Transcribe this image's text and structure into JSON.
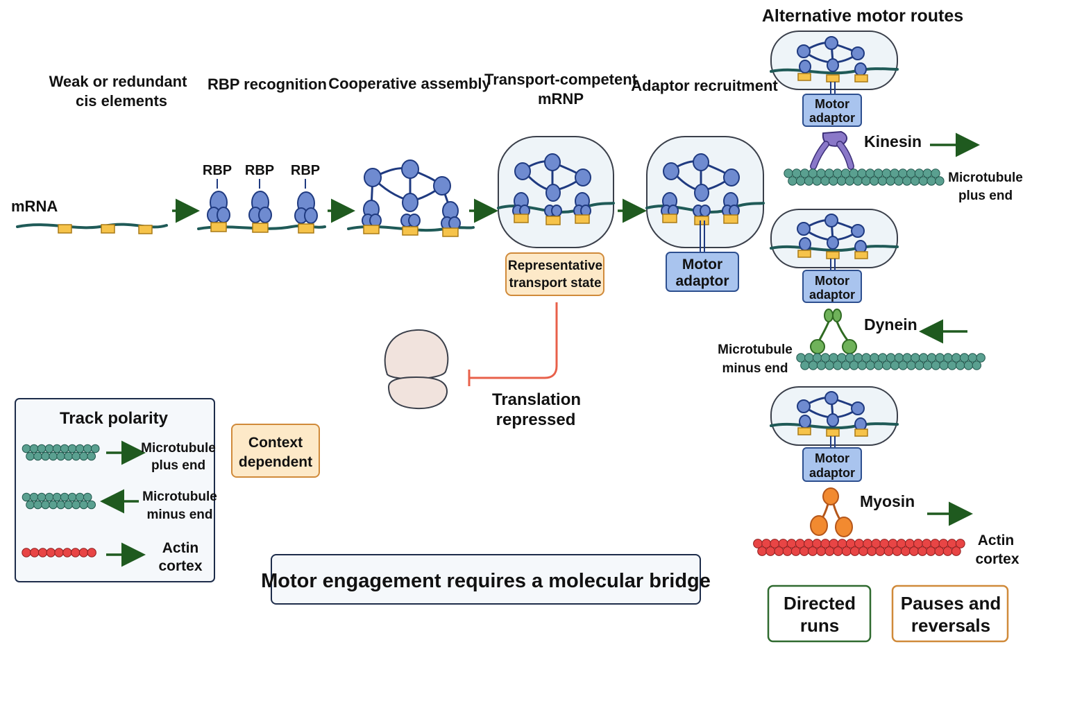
{
  "title_right": "Alternative motor routes",
  "steps": {
    "weak": [
      "Weak or redundant",
      "cis elements"
    ],
    "rbp_recognition": "RBP recognition",
    "cooperative": "Cooperative assembly",
    "transport": [
      "Transport-competent",
      "mRNP"
    ],
    "adaptor_recruitment": "Adaptor recruitment"
  },
  "mrna_label": "mRNA",
  "rbp_label": "RBP",
  "motor_adaptor": [
    "Motor",
    "adaptor"
  ],
  "representative": [
    "Representative",
    "transport state"
  ],
  "translation": [
    "Translation",
    "repressed"
  ],
  "routes": {
    "kinesin": "Kinesin",
    "dynein": "Dynein",
    "myosin": "Myosin",
    "mt_plus": [
      "Microtubule",
      "plus end"
    ],
    "mt_minus": [
      "Microtubule",
      "minus end"
    ],
    "actin": [
      "Actin",
      "cortex"
    ]
  },
  "legend": {
    "title": "Track polarity",
    "mt_plus": [
      "Microtubule",
      "plus end"
    ],
    "mt_minus": [
      "Microtubule",
      "minus end"
    ],
    "actin": [
      "Actin",
      "cortex"
    ]
  },
  "context": [
    "Context",
    "dependent"
  ],
  "bridge": "Motor engagement requires a molecular bridge",
  "outcomes": {
    "directed": [
      "Directed",
      "runs"
    ],
    "pauses": [
      "Pauses and",
      "reversals"
    ]
  },
  "colors": {
    "rbp": "#6f8bd0",
    "tag": "#f6c34a",
    "strand": "#1f5a57",
    "microtubule": "#5aa090",
    "actin": "#e84545",
    "kinesin": "#8a78c8",
    "dynein": "#6fb25a",
    "myosin": "#f28a30",
    "arrow": "#1f5a1f",
    "repress": "#e8604a"
  }
}
